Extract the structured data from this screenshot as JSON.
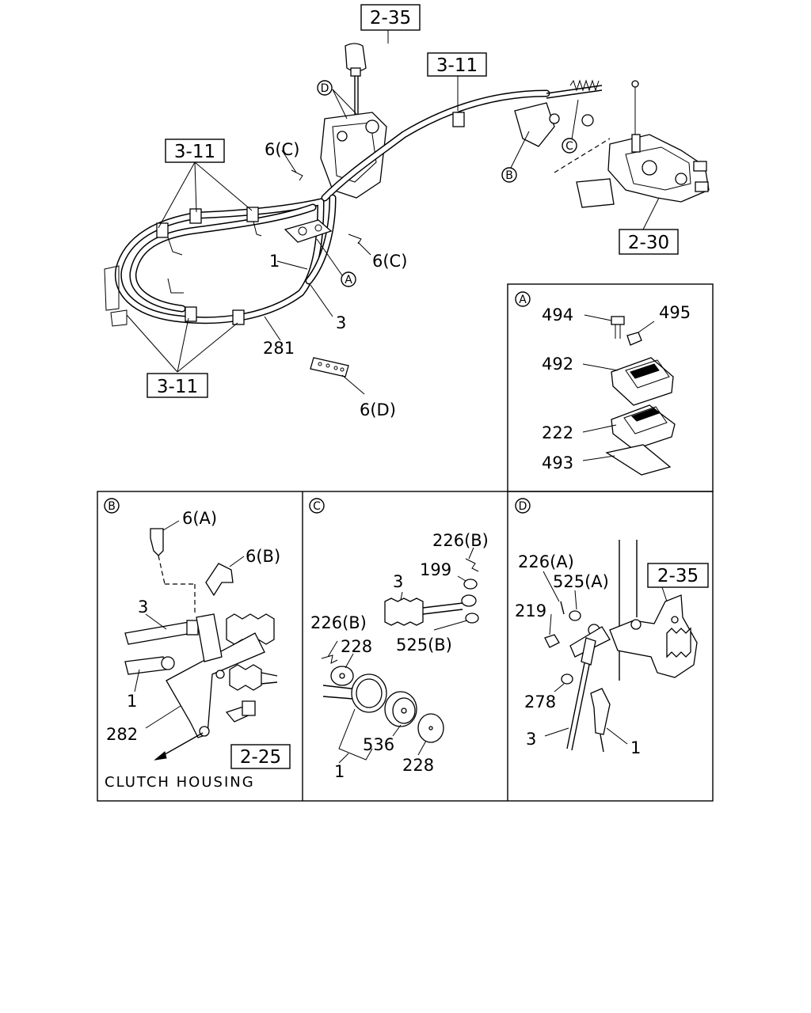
{
  "main": {
    "refs": {
      "gear_shift_lever": "2-35",
      "cable_top": "3-11",
      "cable_left": "3-11",
      "cable_bottom": "3-11",
      "transmission": "2-30"
    },
    "labels": {
      "clip_6c_upper": "6(C)",
      "clip_6c_lower": "6(C)",
      "cable_1": "1",
      "cable_3": "3",
      "clip_281": "281",
      "grommet_6d": "6(D)"
    },
    "markers": {
      "a": "A",
      "b": "B",
      "c": "C",
      "d": "D"
    }
  },
  "detail_a": {
    "marker": "A",
    "labels": {
      "bolt": "494",
      "nut": "495",
      "bracket": "492",
      "plate": "222",
      "pad": "493"
    }
  },
  "detail_b": {
    "marker": "B",
    "labels": {
      "clip_6a": "6(A)",
      "clip_6b": "6(B)",
      "cable_3": "3",
      "cable_1": "1",
      "bracket_282": "282"
    },
    "ref": "2-25",
    "caption": "CLUTCH HOUSING"
  },
  "detail_c": {
    "marker": "C",
    "labels": {
      "pin_226b_top": "226(B)",
      "washer_199": "199",
      "cable_3": "3",
      "pin_226b_left": "226(B)",
      "washer_228_top": "228",
      "washer_525b": "525(B)",
      "bushing_536": "536",
      "washer_228_bottom": "228",
      "assembly_1": "1"
    }
  },
  "detail_d": {
    "marker": "D",
    "labels": {
      "pin_226a": "226(A)",
      "washer_525a": "525(A)",
      "nut_219": "219",
      "washer_278": "278",
      "cable_3": "3",
      "cable_1": "1"
    },
    "ref": "2-35"
  }
}
